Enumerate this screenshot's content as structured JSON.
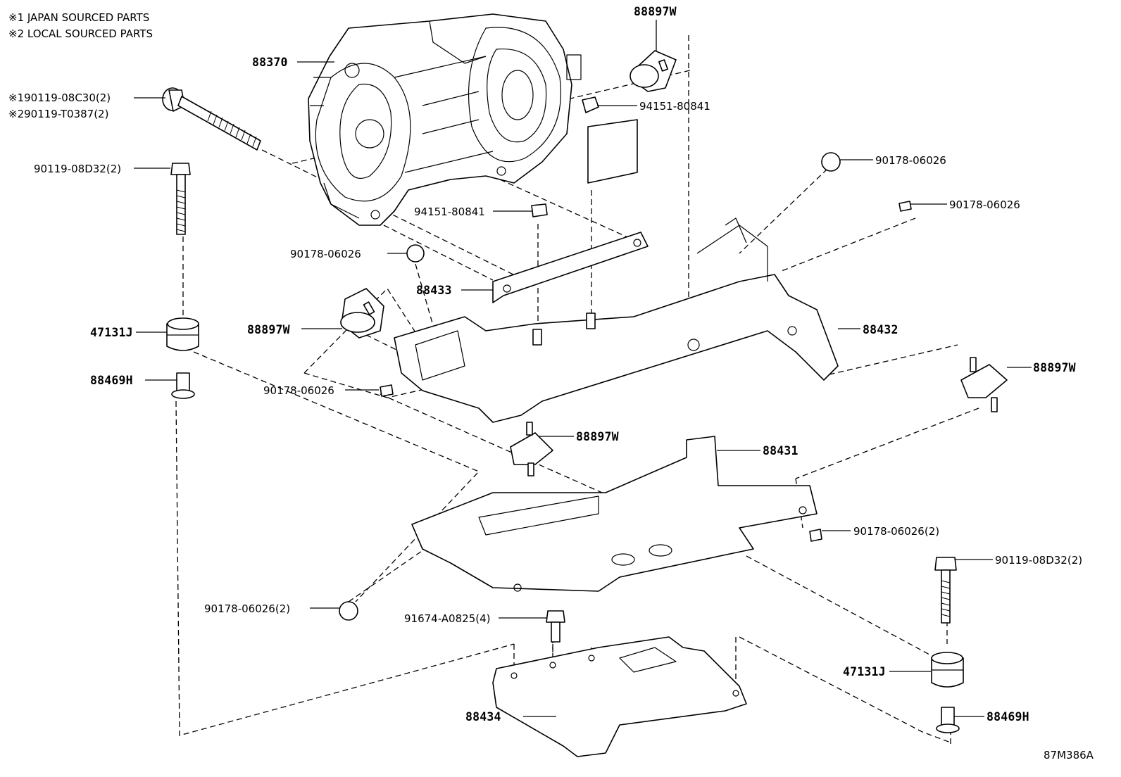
{
  "notes": [
    "※1 JAPAN SOURCED PARTS",
    "※2 LOCAL SOURCED PARTS"
  ],
  "figure_code": "87M386A",
  "labels": {
    "compressor": "88370",
    "bolt_japan": "※190119-08C30(2)",
    "bolt_local": "※290119-T0387(2)",
    "bolt_left": "90119-08D32(2)",
    "insulator_top": "88897W",
    "nut_top_right": "94151-80841",
    "nut_center": "94151-80841",
    "nut_far_right_a": "90178-06026",
    "nut_far_right_b": "90178-06026",
    "nut_left_a": "90178-06026",
    "stay_88433": "88433",
    "insulator_left": "88897W",
    "bracket_88432": "88432",
    "cushion_left": "47131J",
    "collar_left": "88469H",
    "nut_left_b": "90178-06026",
    "insulator_right": "88897W",
    "insulator_bottom": "88897W",
    "plate_88431": "88431",
    "nut_plate_right": "90178-06026(2)",
    "bolt_right": "90119-08D32(2)",
    "nut_plate_left": "90178-06026(2)",
    "bolt_91674": "91674-A0825(4)",
    "cushion_right": "47131J",
    "plate_88434": "88434",
    "collar_right": "88469H"
  }
}
